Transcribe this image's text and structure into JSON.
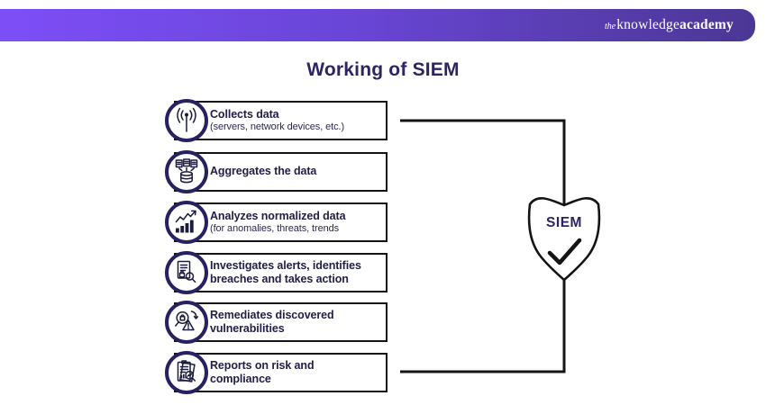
{
  "header": {
    "logo_the": "the",
    "logo_knowledge": "knowledge",
    "logo_academy": "academy",
    "bar_gradient_start": "#7d4ef7",
    "bar_gradient_end": "#4b3794"
  },
  "title": "Working of SIEM",
  "steps": [
    {
      "icon": "antenna-icon",
      "title": "Collects data",
      "subtitle": "(servers, network devices, etc.)"
    },
    {
      "icon": "data-aggregation-icon",
      "title": "Aggregates the data"
    },
    {
      "icon": "analytics-chart-icon",
      "title": "Analyzes normalized data",
      "subtitle": "(for anomalies, threats, trends"
    },
    {
      "icon": "investigate-alerts-icon",
      "title": "Investigates alerts, identifies",
      "subtitle": "breaches and takes action"
    },
    {
      "icon": "vulnerability-scan-icon",
      "title": "Remediates discovered",
      "subtitle": "vulnerabilities"
    },
    {
      "icon": "risk-report-icon",
      "title": "Reports on risk and",
      "subtitle": "compliance"
    }
  ],
  "shield": {
    "label": "SIEM",
    "check_icon": "checkmark-icon"
  },
  "colors": {
    "title_text": "#2d2464",
    "step_text": "#232048",
    "circle_border": "#262262",
    "line_black": "#141414"
  }
}
